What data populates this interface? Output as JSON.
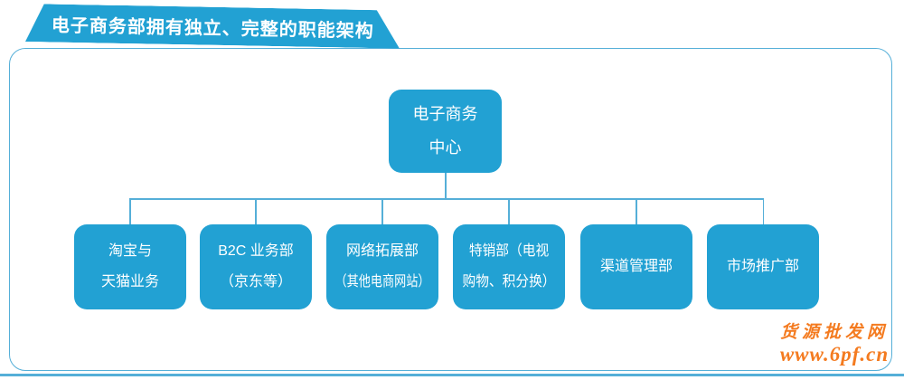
{
  "banner": {
    "title": "电子商务部拥有独立、完整的职能架构"
  },
  "org_chart": {
    "root": {
      "line1": "电子商务",
      "line2": "中心"
    },
    "departments": [
      {
        "line1": "淘宝与",
        "line2": "天猫业务"
      },
      {
        "line1": "B2C 业务部",
        "line2": "（京东等）"
      },
      {
        "line1": "网络拓展部",
        "line2": "（其他电商网站）"
      },
      {
        "line1": "特销部（电视",
        "line2": "购物、积分换）"
      },
      {
        "line1": "渠道管理部",
        "line2": ""
      },
      {
        "line1": "市场推广部",
        "line2": ""
      }
    ]
  },
  "watermark": {
    "site_name": "货源批发网",
    "url": "www.6pf.cn"
  },
  "colors": {
    "primary": "#22a1d3",
    "line": "#55afd8",
    "watermark": "#f47b20"
  }
}
